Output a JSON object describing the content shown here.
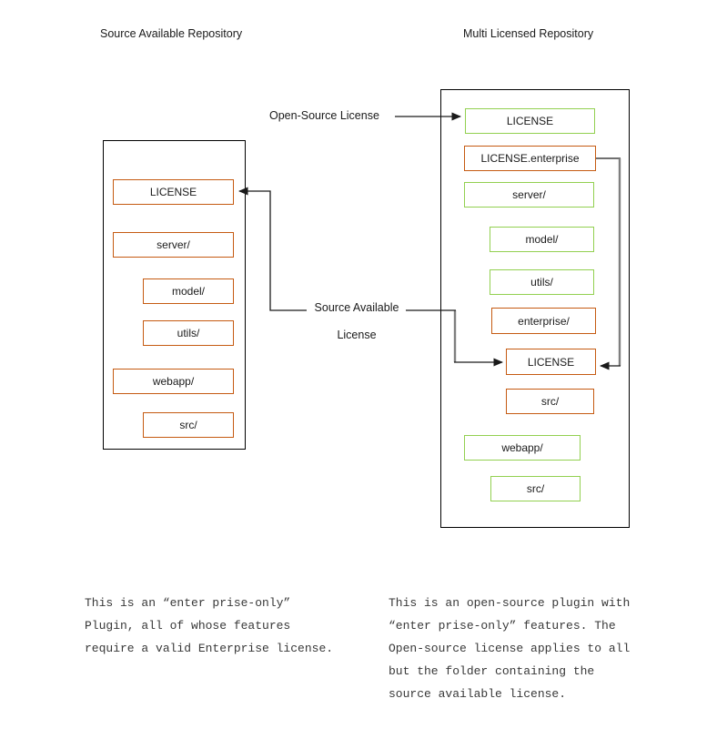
{
  "left_repo": {
    "title": "Source Available Repository",
    "items": [
      {
        "label": "LICENSE",
        "color": "orange"
      },
      {
        "label": "server/",
        "color": "orange"
      },
      {
        "label": "model/",
        "color": "orange"
      },
      {
        "label": "utils/",
        "color": "orange"
      },
      {
        "label": "webapp/",
        "color": "orange"
      },
      {
        "label": "src/",
        "color": "orange"
      }
    ]
  },
  "right_repo": {
    "title": "Multi Licensed Repository",
    "items": [
      {
        "label": "LICENSE",
        "color": "green"
      },
      {
        "label": "LICENSE.enterprise",
        "color": "orange"
      },
      {
        "label": "server/",
        "color": "green"
      },
      {
        "label": "model/",
        "color": "green"
      },
      {
        "label": "utils/",
        "color": "green"
      },
      {
        "label": "enterprise/",
        "color": "orange"
      },
      {
        "label": "LICENSE",
        "color": "orange"
      },
      {
        "label": "src/",
        "color": "orange"
      },
      {
        "label": "webapp/",
        "color": "green"
      },
      {
        "label": "src/",
        "color": "green"
      }
    ]
  },
  "labels": {
    "open_source": "Open-Source License",
    "source_available_line1": "Source Available",
    "source_available_line2": "License"
  },
  "notes": {
    "left": [
      "This is an “enter prise-only”",
      "Plugin, all of whose features",
      "require a valid Enterprise license."
    ],
    "right": [
      "This is an open-source plugin with",
      "“enter prise-only” features. The",
      "Open-source license applies to all",
      "but the folder containing the",
      "source available license."
    ]
  },
  "colors": {
    "orange_border": "#C55A11",
    "green_border": "#92D050",
    "connector": "#1a1a1a",
    "connector_gray": "#7f7f7f"
  }
}
